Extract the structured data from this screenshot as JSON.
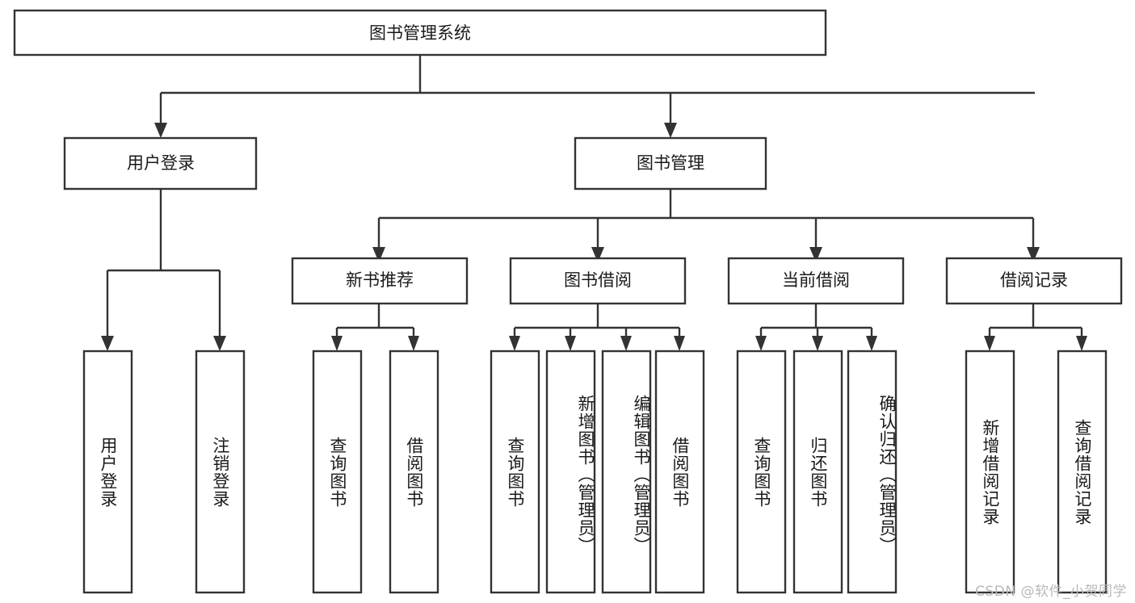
{
  "diagram": {
    "type": "tree-hierarchy",
    "title": "图书管理系统",
    "watermark": "CSDN @软件_小贺同学",
    "colors": {
      "background": "#ffffff",
      "stroke": "#333333",
      "box_fill": "#ffffff",
      "text": "#1a1a1a",
      "watermark": "#b9b9b9"
    },
    "root": {
      "label": "图书管理系统"
    },
    "level2": [
      {
        "label": "用户登录"
      },
      {
        "label": "图书管理"
      }
    ],
    "level3": [
      {
        "label": "新书推荐"
      },
      {
        "label": "图书借阅"
      },
      {
        "label": "当前借阅"
      },
      {
        "label": "借阅记录"
      }
    ],
    "leaves": [
      {
        "label": "用户登录",
        "parent": "用户登录"
      },
      {
        "label": "注销登录",
        "parent": "用户登录"
      },
      {
        "label": "查询图书",
        "parent": "新书推荐"
      },
      {
        "label": "借阅图书",
        "parent": "新书推荐"
      },
      {
        "label": "查询图书",
        "parent": "图书借阅"
      },
      {
        "label": "新增图书（管理员）",
        "parent": "图书借阅"
      },
      {
        "label": "编辑图书（管理员）",
        "parent": "图书借阅"
      },
      {
        "label": "借阅图书",
        "parent": "图书借阅"
      },
      {
        "label": "查询图书",
        "parent": "当前借阅"
      },
      {
        "label": "归还图书",
        "parent": "当前借阅"
      },
      {
        "label": "确认归还（管理员）",
        "parent": "当前借阅"
      },
      {
        "label": "新增借阅记录",
        "parent": "借阅记录"
      },
      {
        "label": "查询借阅记录",
        "parent": "借阅记录"
      }
    ]
  }
}
